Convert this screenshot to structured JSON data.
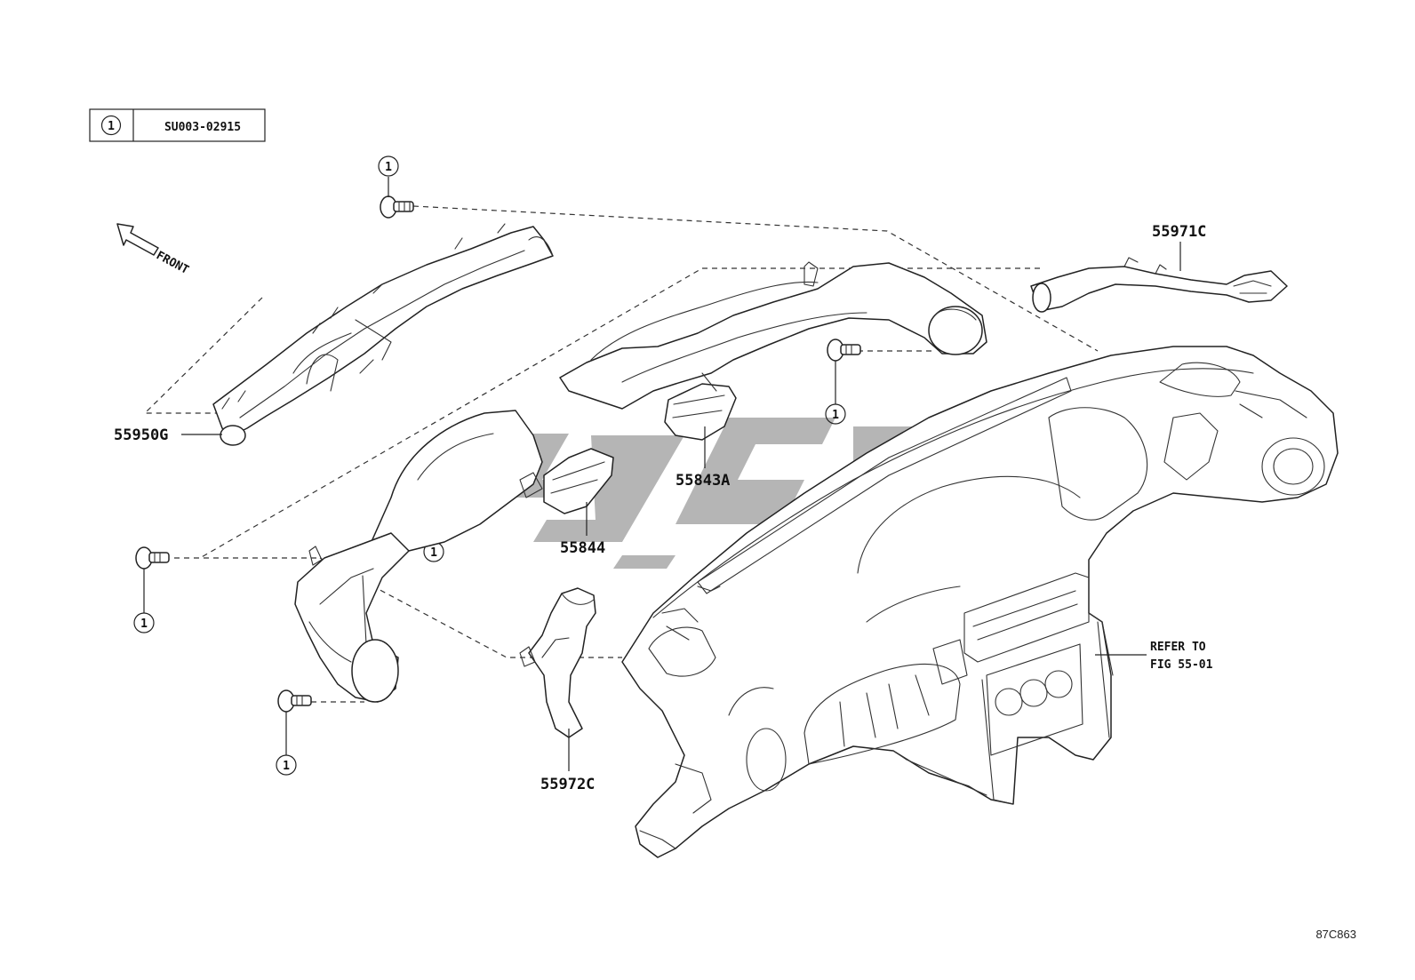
{
  "legend": {
    "symbol": "1",
    "code": "SU003-02915"
  },
  "direction": {
    "label": "FRONT"
  },
  "callout_symbol": "1",
  "parts": {
    "p55950G": "55950G",
    "p55971C": "55971C",
    "p55843A": "55843A",
    "p55844": "55844",
    "p55972C": "55972C"
  },
  "reference": {
    "line1": "REFER TO",
    "line2": "FIG 55-01"
  },
  "drawing_code": "87C863",
  "colors": {
    "line": "#222222",
    "watermark": "#a8a8a8"
  }
}
